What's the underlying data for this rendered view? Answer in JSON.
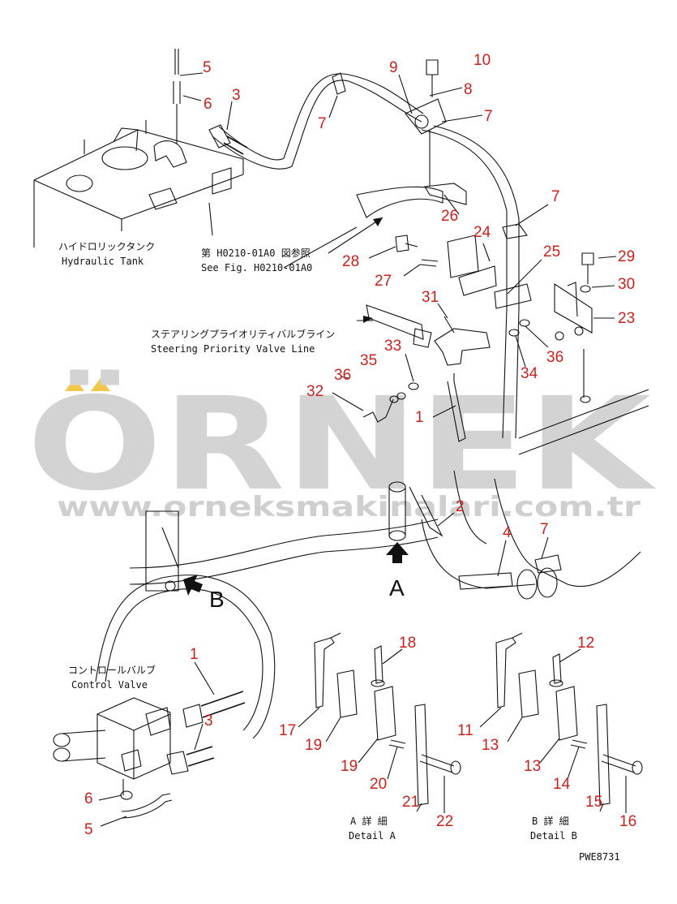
{
  "labels": {
    "tank_jp": "ハイドロリックタンク",
    "tank_en": "Hydraulic Tank",
    "see_fig_jp": "第 H0210-01A0 図参照",
    "see_fig_en": "See Fig. H0210-01A0",
    "steer_jp": "ステアリングプライオリティバルブライン",
    "steer_en": "Steering Priority Valve Line",
    "cv_jp": "コントロールバルブ",
    "cv_en": "Control Valve",
    "detail_a_jp": "A 詳 細",
    "detail_a_en": "Detail A",
    "detail_b_jp": "B 詳 細",
    "detail_b_en": "Detail B",
    "view_a": "A",
    "view_b": "B",
    "drawing_code": "PWE8731"
  },
  "watermark": {
    "brand": "ÖRNEK",
    "url": "www.orneksmakinalari.com.tr"
  },
  "callouts": [
    "5",
    "6",
    "3",
    "7",
    "9",
    "10",
    "8",
    "7",
    "26",
    "7",
    "24",
    "25",
    "29",
    "28",
    "27",
    "30",
    "23",
    "31",
    "33",
    "34",
    "36",
    "35",
    "36",
    "32",
    "1",
    "2",
    "4",
    "7",
    "1",
    "3",
    "6",
    "5",
    "18",
    "17",
    "19",
    "19",
    "20",
    "21",
    "22",
    "12",
    "11",
    "13",
    "13",
    "14",
    "15",
    "16"
  ],
  "colors": {
    "callout": "#cc1f1f",
    "line": "#111111",
    "watermark": "#d3d3d3",
    "accent": "#f2c74a"
  }
}
